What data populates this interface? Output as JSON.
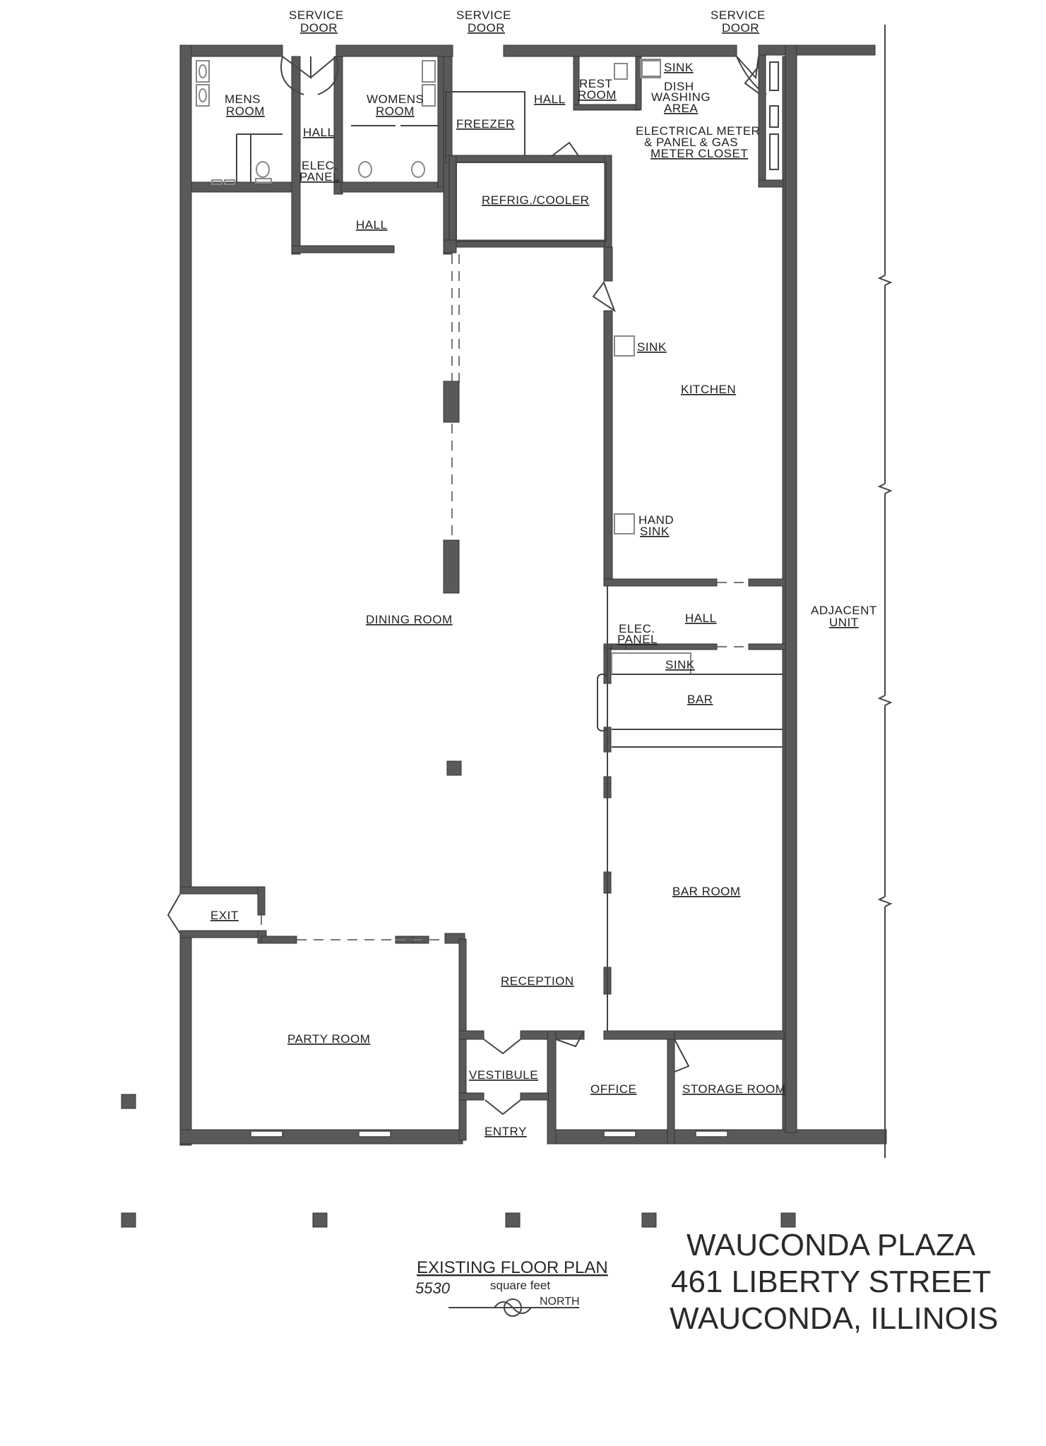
{
  "rooms": {
    "service_door": "SERVICE",
    "service_door_2": "DOOR",
    "mens_room_1": "MENS",
    "mens_room_2": "ROOM",
    "womens_room_1": "WOMENS",
    "womens_room_2": "ROOM",
    "hall": "HALL",
    "elec_panel_1": "ELEC.",
    "elec_panel_2": "PANEL",
    "freezer": "FREEZER",
    "rest_room_1": "REST",
    "rest_room_2": "ROOM",
    "sink": "SINK",
    "dish_1": "DISH",
    "dish_2": "WASHING",
    "dish_3": "AREA",
    "elec_meter_1": "ELECTRICAL METER",
    "elec_meter_2": "& PANEL & GAS",
    "elec_meter_3": "METER CLOSET",
    "refrig": "REFRIG./COOLER",
    "kitchen": "KITCHEN",
    "hand_sink_1": "HAND",
    "hand_sink_2": "SINK",
    "dining_room": "DINING ROOM",
    "adjacent_1": "ADJACENT",
    "adjacent_2": "UNIT",
    "bar": "BAR",
    "bar_room": "BAR ROOM",
    "exit": "EXIT",
    "reception": "RECEPTION",
    "party_room": "PARTY ROOM",
    "vestibule": "VESTIBULE",
    "office": "OFFICE",
    "storage_room": "STORAGE ROOM",
    "entry": "ENTRY"
  },
  "legend": {
    "plan_title": "EXISTING FLOOR PLAN",
    "square_feet_value": "5530",
    "square_feet_unit": "square feet",
    "north": "NORTH"
  },
  "title_block": {
    "line1": "WAUCONDA PLAZA",
    "line2": "461 LIBERTY STREET",
    "line3": "WAUCONDA, ILLINOIS"
  },
  "colors": {
    "wall": "#595959",
    "paper": "#ffffff",
    "ink": "#222222"
  }
}
